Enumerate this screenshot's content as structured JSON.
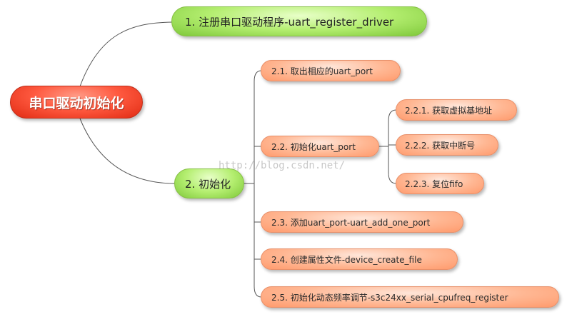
{
  "mindmap": {
    "root": {
      "label": "串口驱动初始化"
    },
    "branch1": {
      "label": "1. 注册串口驱动程序-uart_register_driver"
    },
    "branch2": {
      "label": "2. 初始化",
      "children": [
        {
          "label": "2.1. 取出相应的uart_port"
        },
        {
          "label": "2.2. 初始化uart_port",
          "children": [
            {
              "label": "2.2.1. 获取虚拟基地址"
            },
            {
              "label": "2.2.2. 获取中断号"
            },
            {
              "label": "2.2.3. 复位fifo"
            }
          ]
        },
        {
          "label": "2.3. 添加uart_port-uart_add_one_port"
        },
        {
          "label": "2.4. 创建属性文件-device_create_file"
        },
        {
          "label": "2.5. 初始化动态频率调节-s3c24xx_serial_cpufreq_register"
        }
      ]
    }
  },
  "watermark": "http://blog.csdn.net/",
  "colors": {
    "root": "#ff5a40",
    "level1": "#b4ee70",
    "level2": "#ffb793",
    "connector": "#555555"
  }
}
